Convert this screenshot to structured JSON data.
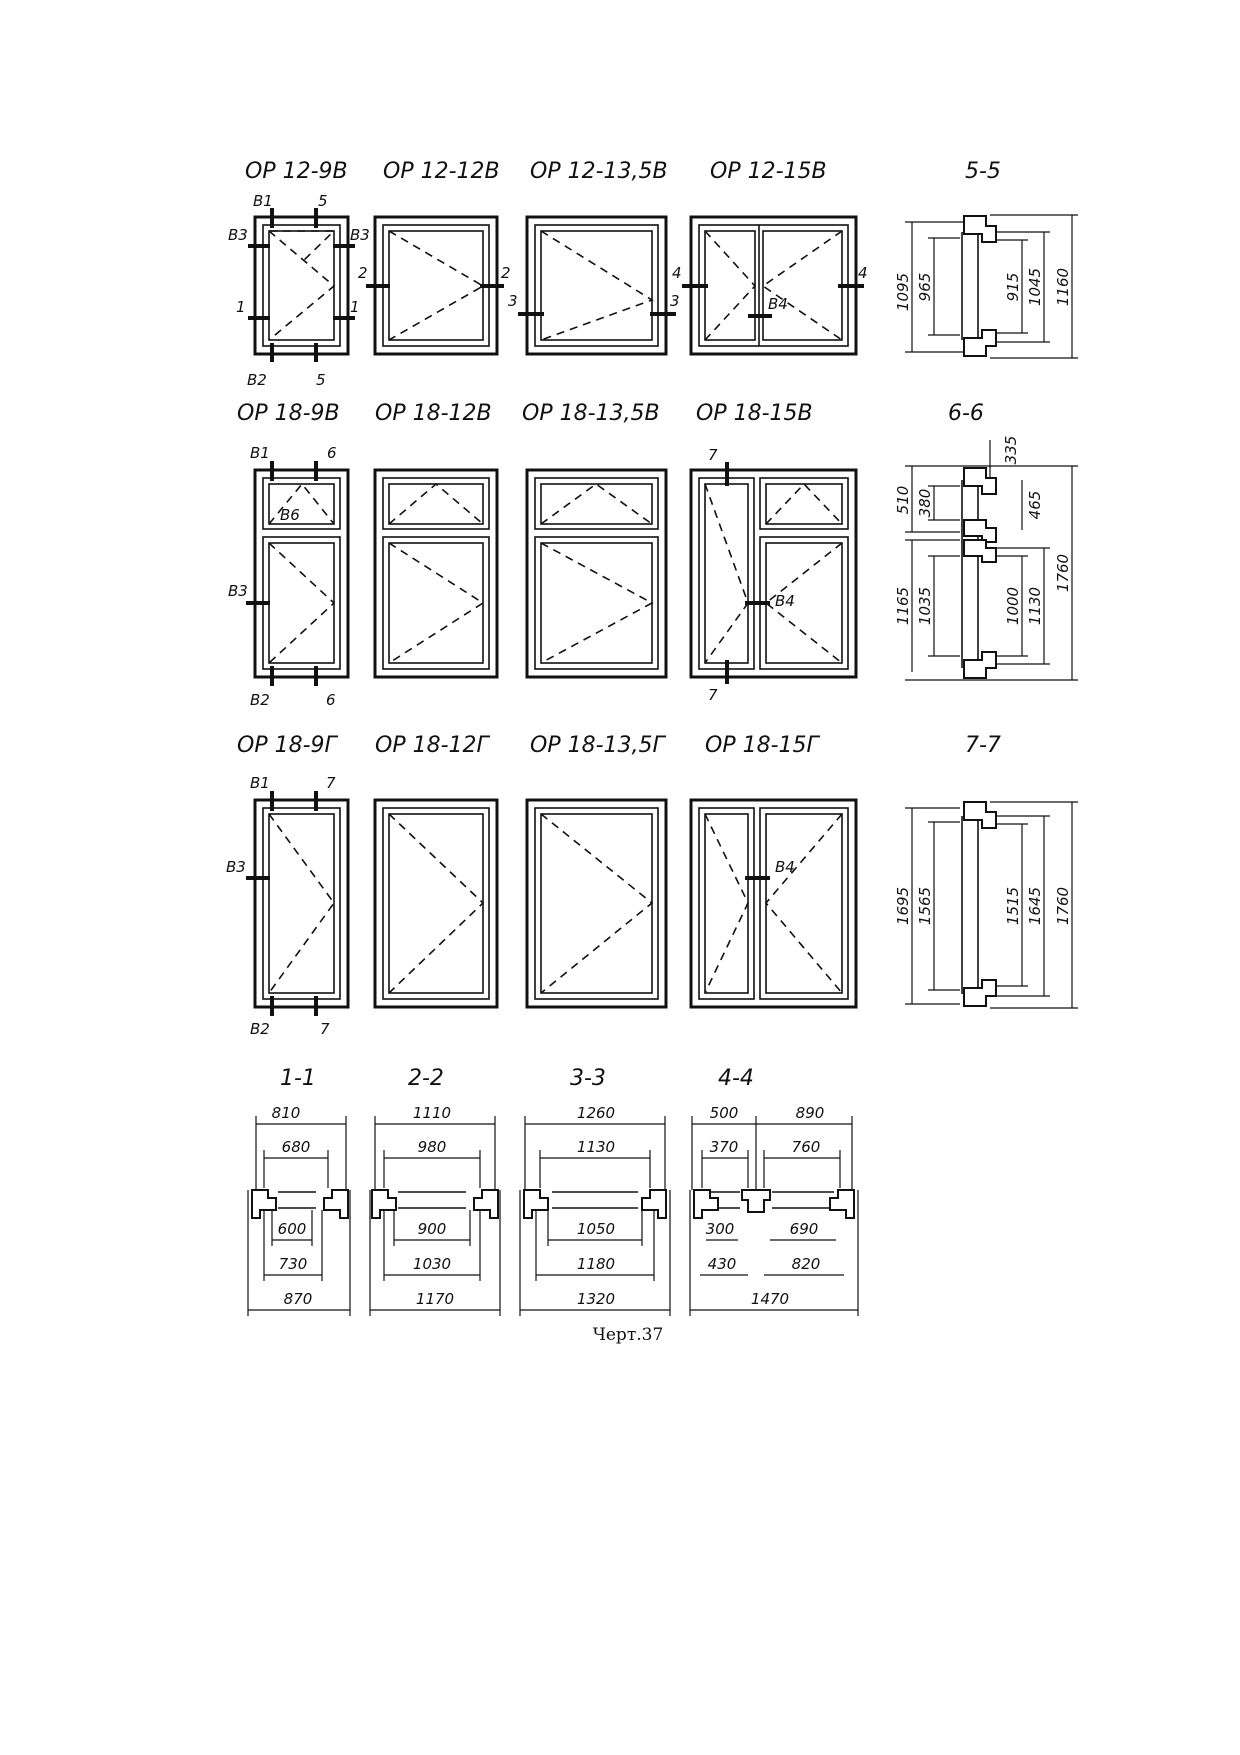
{
  "row1": {
    "titles": [
      "ОР 12-9В",
      "ОР 12-12В",
      "ОР 12-13,5В",
      "ОР 12-15В",
      "5-5"
    ],
    "marks": [
      "В1",
      "5",
      "В3",
      "В3",
      "1",
      "1",
      "В2",
      "5",
      "2",
      "2",
      "3",
      "3",
      "4",
      "4",
      "В4"
    ],
    "section_dims": [
      "1095",
      "965",
      "915",
      "1045",
      "1160"
    ]
  },
  "row2": {
    "titles": [
      "ОР 18-9В",
      "ОР 18-12В",
      "ОР 18-13,5В",
      "ОР 18-15В",
      "6-6"
    ],
    "marks": [
      "В1",
      "6",
      "В6",
      "В3",
      "В2",
      "6",
      "7",
      "7",
      "В4"
    ],
    "section_dims": [
      "510",
      "380",
      "335",
      "465",
      "1165",
      "1035",
      "1000",
      "1130",
      "1760"
    ]
  },
  "row3": {
    "titles": [
      "ОР 18-9Г",
      "ОР 18-12Г",
      "ОР 18-13,5Г",
      "ОР 18-15Г",
      "7-7"
    ],
    "marks": [
      "В1",
      "7",
      "В3",
      "В2",
      "7",
      "В4"
    ],
    "section_dims": [
      "1695",
      "1565",
      "1515",
      "1645",
      "1760"
    ]
  },
  "sections": [
    {
      "title": "1-1",
      "top": [
        "810",
        "680"
      ],
      "bottom": [
        "600",
        "730",
        "870"
      ]
    },
    {
      "title": "2-2",
      "top": [
        "1110",
        "980"
      ],
      "bottom": [
        "900",
        "1030",
        "1170"
      ]
    },
    {
      "title": "3-3",
      "top": [
        "1260",
        "1130"
      ],
      "bottom": [
        "1050",
        "1180",
        "1320"
      ]
    },
    {
      "title": "4-4",
      "top": [
        "500",
        "890",
        "370",
        "760"
      ],
      "bottom": [
        "300",
        "690",
        "430",
        "820",
        "1470"
      ]
    }
  ],
  "caption": "Черт.37"
}
